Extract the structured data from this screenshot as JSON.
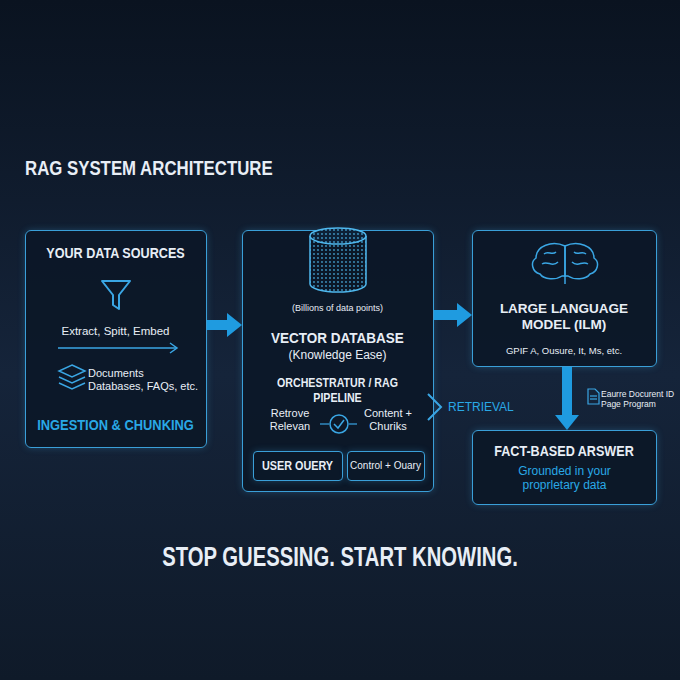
{
  "diagram": {
    "title": "RAG SYSTEM ARCHITECTURE",
    "caption": "STOP GUESSING. START KNOWING.",
    "nodes": [
      {
        "text": [
          "YOUR DATA SOURCES",
          "Extract, Spitt, Embed",
          "Documents Databases, FAQs, etc.",
          "INGESTION & CHUNKING"
        ]
      },
      {
        "text": [
          "(Billions of data points)",
          "VECTOR DATABASE",
          "(Knowledge Ease)",
          "ORCHESTRATUR / RAG PIPELINE",
          "Retrove Relevan",
          "Content + Churiks"
        ]
      },
      {
        "text": [
          "USER OUERY"
        ],
        "in": 1
      },
      {
        "text": [
          "Control + Ouary"
        ],
        "in": 1
      },
      {
        "text": [
          "LARGE LANGUAGE MODEL (ILM)",
          "GPIF A, Ousure, It, Ms, etc."
        ]
      },
      {
        "text": [
          "FACT-BASED ARSWER",
          "Grounded in your proprletary data"
        ]
      }
    ],
    "edges": [
      {
        "from": 0,
        "to": 1,
        "arrow": "to"
      },
      {
        "from": 1,
        "to": 4,
        "arrow": "to"
      },
      {
        "from": 4,
        "to": 5,
        "arrow": "to"
      }
    ],
    "labels": [
      "RETRIEVAL",
      "Eaurre Docurent ID Page Program"
    ]
  }
}
